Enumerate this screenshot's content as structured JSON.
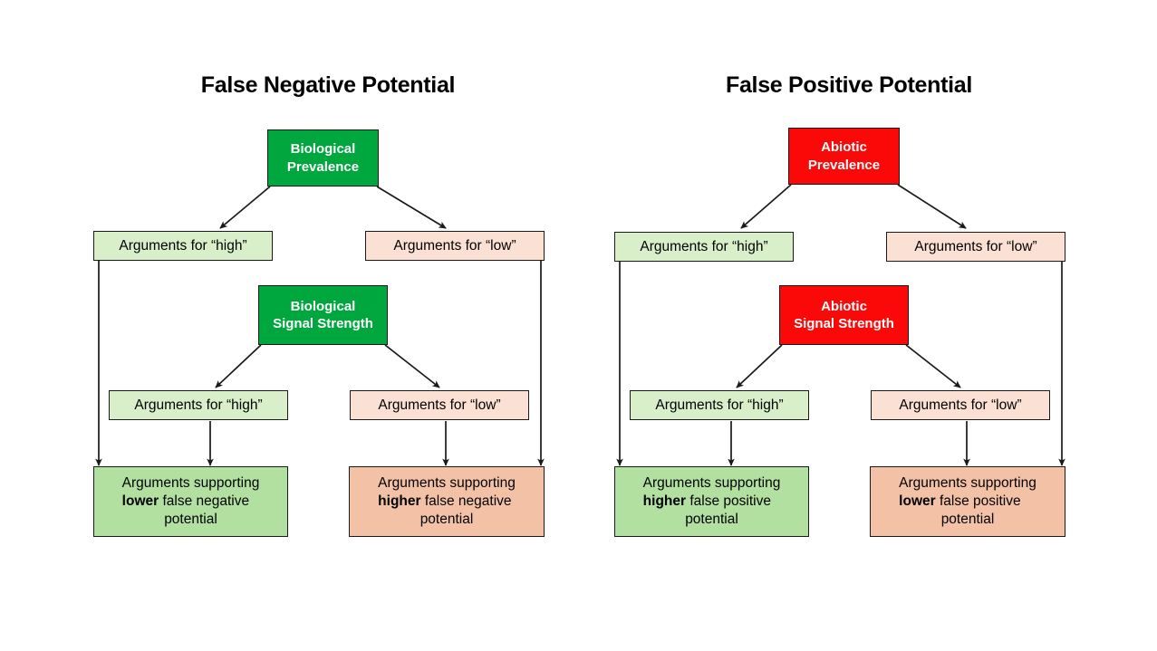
{
  "background": "#ffffff",
  "colors": {
    "green_solid": "#00a63e",
    "red_solid": "#fb0808",
    "green_light": "#d9efc9",
    "peach_light": "#fbe1d4",
    "green_conclusion": "#b2e0a0",
    "peach_conclusion": "#f3c2a6",
    "stroke": "#1a1a1a",
    "root_text": "#ffffff",
    "body_text": "#000000"
  },
  "panels": [
    {
      "id": "false-negative",
      "title": "False Negative Potential",
      "root": {
        "line1": "Biological",
        "line2": "Prevalence",
        "color": "green"
      },
      "level1": [
        {
          "label": "Arguments for “high”",
          "color": "green"
        },
        {
          "label": "Arguments for “low”",
          "color": "peach"
        }
      ],
      "mid": {
        "line1": "Biological",
        "line2": "Signal Strength",
        "color": "green"
      },
      "level2": [
        {
          "label": "Arguments for “high”",
          "color": "green"
        },
        {
          "label": "Arguments for “low”",
          "color": "peach"
        }
      ],
      "conclusions": [
        {
          "pre": "Arguments supporting",
          "emphasis": "lower",
          "post": " false negative",
          "last": "potential",
          "color": "green"
        },
        {
          "pre": "Arguments supporting",
          "emphasis": "higher",
          "post": " false negative",
          "last": "potential",
          "color": "peach"
        }
      ]
    },
    {
      "id": "false-positive",
      "title": "False Positive Potential",
      "root": {
        "line1": "Abiotic",
        "line2": "Prevalence",
        "color": "red"
      },
      "level1": [
        {
          "label": "Arguments for “high”",
          "color": "green"
        },
        {
          "label": "Arguments for “low”",
          "color": "peach"
        }
      ],
      "mid": {
        "line1": "Abiotic",
        "line2": "Signal Strength",
        "color": "red"
      },
      "level2": [
        {
          "label": "Arguments for “high”",
          "color": "green"
        },
        {
          "label": "Arguments for “low”",
          "color": "peach"
        }
      ],
      "conclusions": [
        {
          "pre": "Arguments supporting",
          "emphasis": "higher",
          "post": " false positive",
          "last": "potential",
          "color": "green"
        },
        {
          "pre": "Arguments supporting",
          "emphasis": "lower",
          "post": " false positive",
          "last": "potential",
          "color": "peach"
        }
      ]
    }
  ]
}
